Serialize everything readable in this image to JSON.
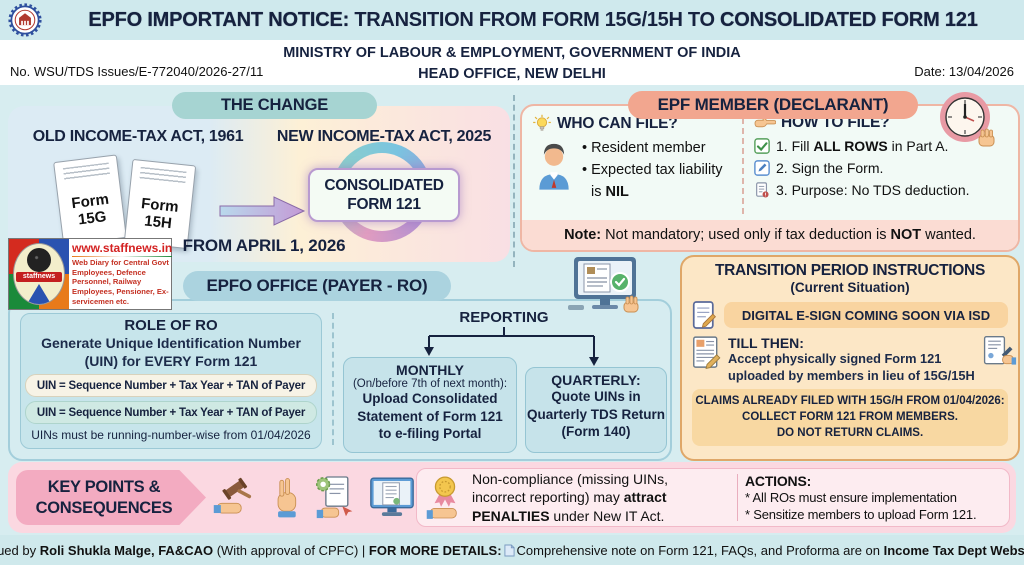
{
  "colors": {
    "page_bg": "#d7edf0",
    "topbar_bg": "#cfe9ed",
    "navy_text": "#16223f",
    "teal_pill": "#a6d4d2",
    "salmon_pill": "#f2a68f",
    "blue_pill": "#abd3df",
    "member_border": "#efb6a4",
    "office_border": "#a3cedb",
    "transition_bg": "#fce7c6",
    "transition_border": "#dfa768",
    "keypoints_bg": "#fbd8e1",
    "keypoints_label_bg": "#f3abc1",
    "note_bg": "#fbdcd3",
    "claims_bg": "#f8d8a2",
    "staffnews_red": "#d42222"
  },
  "icons": {
    "epfo-logo": "EPFO circular gear emblem",
    "bulb-icon": "lightbulb",
    "member-avatar-icon": "male member avatar",
    "pointing-hand-icon": "pointing hand",
    "checkbox-icon": "green tick checkbox",
    "sign-pen-icon": "pen signing box",
    "document-alert-icon": "document with red alert",
    "clock-icon": "wall clock with hand",
    "monitor-upload-icon": "computer with verified form",
    "esign-tablet-icon": "tablet with stylus",
    "signed-form-icon": "form with pen",
    "hand-signing-icon": "hand signing a form",
    "gavel-icon": "gavel on hand",
    "pinch-hand-icon": "hand gesture",
    "document-gear-icon": "hand holding document with gear",
    "monitor-form-icon": "monitor showing form",
    "medal-hand-icon": "hand presenting award medal",
    "page-icon": "small document page"
  },
  "header": {
    "brand": "EPFO IMPORTANT NOTICE:",
    "title_rest": "TRANSITION FROM FORM 15G/15H TO",
    "title_emph": "CONSOLIDATED FORM 121",
    "ministry": "MINISTRY OF LABOUR & EMPLOYMENT, GOVERNMENT OF INDIA",
    "office": "HEAD OFFICE, NEW DELHI",
    "ref_no": "No. WSU/TDS Issues/E-772040/2026-27/11",
    "date": "Date: 13/04/2026"
  },
  "change": {
    "label": "THE CHANGE",
    "old_act": "OLD INCOME-TAX ACT, 1961",
    "new_act": "NEW INCOME-TAX ACT, 2025",
    "form_a_line1": "Form",
    "form_a_line2": "15G",
    "form_b_line1": "Form",
    "form_b_line2": "15H",
    "consolidated_line1": "CONSOLIDATED",
    "consolidated_line2": "FORM 121",
    "effective": "FROM APRIL 1, 2026"
  },
  "staffnews": {
    "brand": "staffnews",
    "url": "www.staffnews.in",
    "tagline": "Web Diary for Central Govt Employees, Defence Personnel, Railway Employees, Pensioner, Ex-servicemen etc."
  },
  "member": {
    "label": "EPF MEMBER (DECLARANT)",
    "who_title": "WHO CAN FILE?",
    "who_item1": "• Resident member",
    "who_item2a": "• Expected tax liability",
    "who_item2b_pre": "is ",
    "who_item2b_bold": "NIL",
    "how_title": "HOW TO FILE?",
    "how1_pre": "1. Fill ",
    "how1_bold": "ALL ROWS",
    "how1_post": " in Part A.",
    "how2": "2. Sign the Form.",
    "how3": "3. Purpose: No TDS deduction.",
    "note_bold": "Note:",
    "note_mid": " Not mandatory; used only if tax deduction is ",
    "note_emph": "NOT",
    "note_end": " wanted."
  },
  "office": {
    "label": "EPFO OFFICE (PAYER - RO)",
    "role_title": "ROLE OF RO",
    "role_desc_l1": "Generate Unique Identification Number",
    "role_desc_l2": "(UIN) for EVERY Form 121",
    "uin_pill_1": "UIN = Sequence Number + Tax Year + TAN of Payer",
    "uin_pill_2": "UIN = Sequence Number + Tax Year + TAN of Payer",
    "uin_note": "UINs must be running-number-wise from 01/04/2026",
    "reporting_title": "REPORTING",
    "monthly_title": "MONTHLY",
    "monthly_sub": "(On/before 7th of next month):",
    "monthly_l1": "Upload Consolidated",
    "monthly_l2": "Statement of Form 121",
    "monthly_l3": "to e-filing Portal",
    "quarterly_title": "QUARTERLY:",
    "quarterly_l1": "Quote UINs in",
    "quarterly_l2": "Quarterly TDS Return",
    "quarterly_l3": "(Form 140)"
  },
  "transition": {
    "title": "TRANSITION PERIOD INSTRUCTIONS",
    "subtitle": "(Current Situation)",
    "esign": "DIGITAL E-SIGN COMING SOON VIA ISD",
    "till_title": "TILL THEN:",
    "till_l1": "Accept physically signed Form 121",
    "till_l2": "uploaded by members in lieu of 15G/15H",
    "claims_l1": "CLAIMS ALREADY FILED WITH 15G/H FROM 01/04/2026:",
    "claims_l2": "COLLECT FORM 121 FROM MEMBERS.",
    "claims_l3": "DO NOT RETURN CLAIMS."
  },
  "keypoints": {
    "label_l1": "KEY POINTS &",
    "label_l2": "CONSEQUENCES",
    "nc_l1": "Non-compliance (missing UINs,",
    "nc_l2_pre": "incorrect reporting) may ",
    "nc_l2_bold": "attract",
    "nc_l3_bold": "PENALTIES",
    "nc_l3_post": " under New IT Act.",
    "actions_title": "ACTIONS:",
    "action_1": "* All ROs must ensure implementation",
    "action_2": "* Sensitize members to upload Form 121."
  },
  "footer": {
    "pre": "Issued by ",
    "issuer": "Roli Shukla Malge, FA&CAO",
    "mid": " (With approval of CPFC) | ",
    "details_label": "FOR MORE DETAILS:",
    "details_body": "Comprehensive note on Form 121, FAQs, and Proforma are on ",
    "details_emph": "Income Tax Dept Website."
  }
}
